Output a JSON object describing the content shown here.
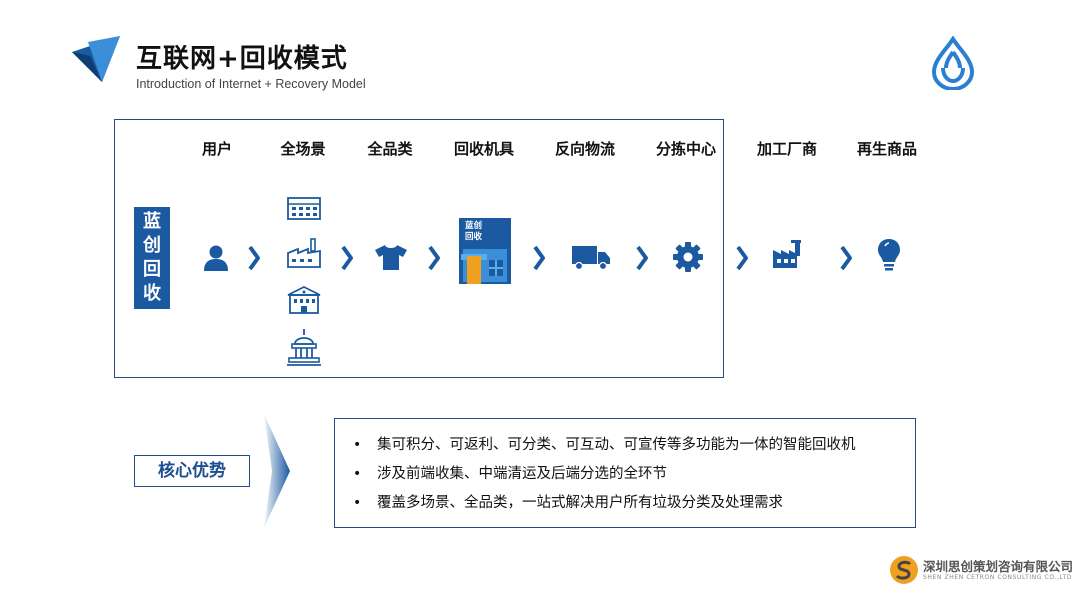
{
  "header": {
    "title": "互联网+回收模式",
    "subtitle": "Introduction  of Internet  + Recovery  Model"
  },
  "process": {
    "side_label": [
      "蓝",
      "创",
      "回",
      "收"
    ],
    "steps": [
      {
        "label": "用户",
        "icon": "user-icon"
      },
      {
        "label": "全场景",
        "icon": "building-icons"
      },
      {
        "label": "全品类",
        "icon": "tshirt-icon"
      },
      {
        "label": "回收机具",
        "icon": "recycling-machine-icon"
      },
      {
        "label": "反向物流",
        "icon": "truck-icon"
      },
      {
        "label": "分拣中心",
        "icon": "gear-icon"
      },
      {
        "label": "加工厂商",
        "icon": "factory-icon"
      },
      {
        "label": "再生商品",
        "icon": "lightbulb-icon"
      }
    ],
    "machine_text": [
      "蓝创",
      "回收"
    ]
  },
  "advantages": {
    "label": "核心优势",
    "items": [
      "集可积分、可返利、可分类、可互动、可宣传等多功能为一体的智能回收机",
      "涉及前端收集、中端清运及后端分选的全环节",
      "覆盖多场景、全品类，一站式解决用户所有垃圾分类及处理需求"
    ],
    "bullet": "•"
  },
  "company": {
    "name_cn": "深圳思创策划咨询有限公司",
    "name_en": "SHEN ZHEN CETRON CONSULTING CO.,LTD",
    "logo_letter": "S"
  },
  "colors": {
    "primary": "#1b5aa0",
    "dark_blue": "#1f4e8a",
    "light_blue": "#3b8fd9",
    "orange": "#f0a020"
  }
}
